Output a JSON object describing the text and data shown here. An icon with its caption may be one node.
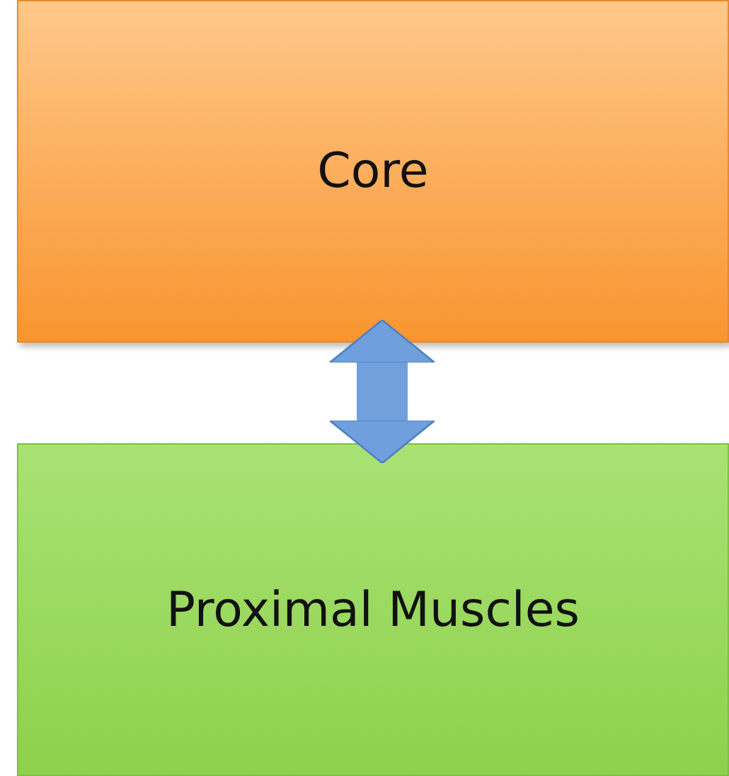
{
  "diagram": {
    "nodes": [
      {
        "text": [
          "Core"
        ]
      },
      {
        "text": [
          "Proximal Muscles"
        ]
      }
    ],
    "edges": [
      {
        "from": 0,
        "to": 1,
        "arrow": "both"
      }
    ]
  }
}
